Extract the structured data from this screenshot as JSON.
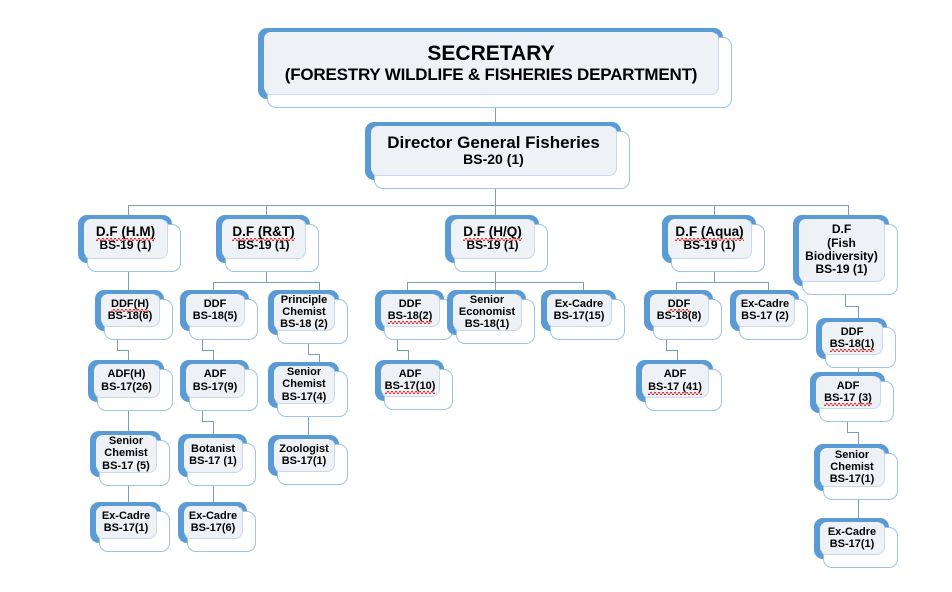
{
  "chart": {
    "title": "Organizational Chart - Forestry Wildlife & Fisheries Department (Fisheries Wing)",
    "type": "org-chart",
    "accent_color": "#5b9bd5",
    "card_fill": "#eef2f7",
    "connector_color": "#7a9cc0",
    "spellcheck_underline_color": "#e03030"
  },
  "nodes": {
    "secretary": {
      "line1": "SECRETARY",
      "line2": "(FORESTRY WILDLIFE  & FISHERIES DEPARTMENT)"
    },
    "dg": {
      "line1": "Director General Fisheries",
      "line2": "BS-20 (1)"
    },
    "df_hm": {
      "line1": "D.F (H.M)",
      "line2": "BS-19 (1)"
    },
    "df_rt": {
      "line1": "D.F (R&T)",
      "line2": "BS-19 (1)"
    },
    "df_hq": {
      "line1": "D.F (H/Q)",
      "line2": "BS-19 (1)"
    },
    "df_aqua": {
      "line1": "D.F (Aqua)",
      "line2": "BS-19 (1)"
    },
    "df_fish": {
      "line1": "D.F",
      "line2": "(Fish",
      "line3": "Biodiversity)",
      "line4": "BS-19 (1)"
    },
    "hm_ddf": {
      "line1": "DDF(H)",
      "line2": "BS-18(6)"
    },
    "hm_adf": {
      "line1": "ADF(H)",
      "line2": "BS-17(26)"
    },
    "hm_snrchem": {
      "line1": "Senior",
      "line2": "Chemist",
      "line3": "BS-17 (5)"
    },
    "hm_excadre": {
      "line1": "Ex-Cadre",
      "line2": "BS-17(1)"
    },
    "rt_ddf": {
      "line1": "DDF",
      "line2": "BS-18(5)"
    },
    "rt_adf": {
      "line1": "ADF",
      "line2": "BS-17(9)"
    },
    "rt_botanist": {
      "line1": "Botanist",
      "line2": "BS-17 (1)"
    },
    "rt_excadre": {
      "line1": "Ex-Cadre",
      "line2": "BS-17(6)"
    },
    "pc_principle": {
      "line1": "Principle",
      "line2": "Chemist",
      "line3": "BS-18 (2)"
    },
    "pc_snrchem": {
      "line1": "Senior",
      "line2": "Chemist",
      "line3": "BS-17(4)"
    },
    "pc_zoologist": {
      "line1": "Zoologist",
      "line2": "BS-17(1)"
    },
    "hq_ddf": {
      "line1": "DDF",
      "line2": "BS-18(2)"
    },
    "hq_adf": {
      "line1": "ADF",
      "line2": "BS-17(10)"
    },
    "hq_snrecon": {
      "line1": "Senior",
      "line2": "Economist",
      "line3": "BS-18(1)"
    },
    "hq_excadre": {
      "line1": "Ex-Cadre",
      "line2": "BS-17(15)"
    },
    "aq_ddf": {
      "line1": "DDF",
      "line2": "BS-18(8)"
    },
    "aq_adf": {
      "line1": "ADF",
      "line2": "BS-17 (41)"
    },
    "aq_excadre": {
      "line1": "Ex-Cadre",
      "line2": "BS-17 (2)"
    },
    "fb_ddf": {
      "line1": "DDF",
      "line2": "BS-18(1)"
    },
    "fb_adf": {
      "line1": "ADF",
      "line2": "BS-17 (3)"
    },
    "fb_snrchem": {
      "line1": "Senior",
      "line2": "Chemist",
      "line3": "BS-17(1)"
    },
    "fb_excadre": {
      "line1": "Ex-Cadre",
      "line2": "BS-17(1)"
    }
  },
  "chart_data": {
    "type": "org-chart",
    "title": "SECRETARY (FORESTRY WILDLIFE  & FISHERIES DEPARTMENT)",
    "hierarchy": [
      {
        "id": "secretary",
        "label": "SECRETARY (FORESTRY WILDLIFE  & FISHERIES DEPARTMENT)",
        "grade": "",
        "count": null,
        "children": [
          {
            "id": "dg",
            "label": "Director General Fisheries",
            "grade": "BS-20",
            "count": 1,
            "children": [
              {
                "id": "df_hm",
                "label": "D.F (H.M)",
                "grade": "BS-19",
                "count": 1,
                "children": [
                  {
                    "id": "hm_ddf",
                    "label": "DDF(H)",
                    "grade": "BS-18",
                    "count": 6,
                    "children": [
                      {
                        "id": "hm_adf",
                        "label": "ADF(H)",
                        "grade": "BS-17",
                        "count": 26,
                        "children": [
                          {
                            "id": "hm_snrchem",
                            "label": "Senior Chemist",
                            "grade": "BS-17",
                            "count": 5,
                            "children": [
                              {
                                "id": "hm_excadre",
                                "label": "Ex-Cadre",
                                "grade": "BS-17",
                                "count": 1,
                                "children": []
                              }
                            ]
                          }
                        ]
                      }
                    ]
                  }
                ]
              },
              {
                "id": "df_rt",
                "label": "D.F (R&T)",
                "grade": "BS-19",
                "count": 1,
                "children": [
                  {
                    "id": "rt_ddf",
                    "label": "DDF",
                    "grade": "BS-18",
                    "count": 5,
                    "children": [
                      {
                        "id": "rt_adf",
                        "label": "ADF",
                        "grade": "BS-17",
                        "count": 9,
                        "children": [
                          {
                            "id": "rt_botanist",
                            "label": "Botanist",
                            "grade": "BS-17",
                            "count": 1,
                            "children": [
                              {
                                "id": "rt_excadre",
                                "label": "Ex-Cadre",
                                "grade": "BS-17",
                                "count": 6,
                                "children": []
                              }
                            ]
                          }
                        ]
                      }
                    ]
                  },
                  {
                    "id": "pc_principle",
                    "label": "Principle Chemist",
                    "grade": "BS-18",
                    "count": 2,
                    "children": [
                      {
                        "id": "pc_snrchem",
                        "label": "Senior Chemist",
                        "grade": "BS-17",
                        "count": 4,
                        "children": [
                          {
                            "id": "pc_zoologist",
                            "label": "Zoologist",
                            "grade": "BS-17",
                            "count": 1,
                            "children": []
                          }
                        ]
                      }
                    ]
                  }
                ]
              },
              {
                "id": "df_hq",
                "label": "D.F (H/Q)",
                "grade": "BS-19",
                "count": 1,
                "children": [
                  {
                    "id": "hq_ddf",
                    "label": "DDF",
                    "grade": "BS-18",
                    "count": 2,
                    "children": [
                      {
                        "id": "hq_adf",
                        "label": "ADF",
                        "grade": "BS-17",
                        "count": 10,
                        "children": []
                      }
                    ]
                  },
                  {
                    "id": "hq_snrecon",
                    "label": "Senior Economist",
                    "grade": "BS-18",
                    "count": 1,
                    "children": []
                  },
                  {
                    "id": "hq_excadre",
                    "label": "Ex-Cadre",
                    "grade": "BS-17",
                    "count": 15,
                    "children": []
                  }
                ]
              },
              {
                "id": "df_aqua",
                "label": "D.F (Aqua)",
                "grade": "BS-19",
                "count": 1,
                "children": [
                  {
                    "id": "aq_ddf",
                    "label": "DDF",
                    "grade": "BS-18",
                    "count": 8,
                    "children": [
                      {
                        "id": "aq_adf",
                        "label": "ADF",
                        "grade": "BS-17",
                        "count": 41,
                        "children": []
                      }
                    ]
                  },
                  {
                    "id": "aq_excadre",
                    "label": "Ex-Cadre",
                    "grade": "BS-17",
                    "count": 2,
                    "children": []
                  }
                ]
              },
              {
                "id": "df_fish",
                "label": "D.F (Fish Biodiversity)",
                "grade": "BS-19",
                "count": 1,
                "children": [
                  {
                    "id": "fb_ddf",
                    "label": "DDF",
                    "grade": "BS-18",
                    "count": 1,
                    "children": [
                      {
                        "id": "fb_adf",
                        "label": "ADF",
                        "grade": "BS-17",
                        "count": 3,
                        "children": [
                          {
                            "id": "fb_snrchem",
                            "label": "Senior Chemist",
                            "grade": "BS-17",
                            "count": 1,
                            "children": [
                              {
                                "id": "fb_excadre",
                                "label": "Ex-Cadre",
                                "grade": "BS-17",
                                "count": 1,
                                "children": []
                              }
                            ]
                          }
                        ]
                      }
                    ]
                  }
                ]
              }
            ]
          }
        ]
      }
    ]
  }
}
